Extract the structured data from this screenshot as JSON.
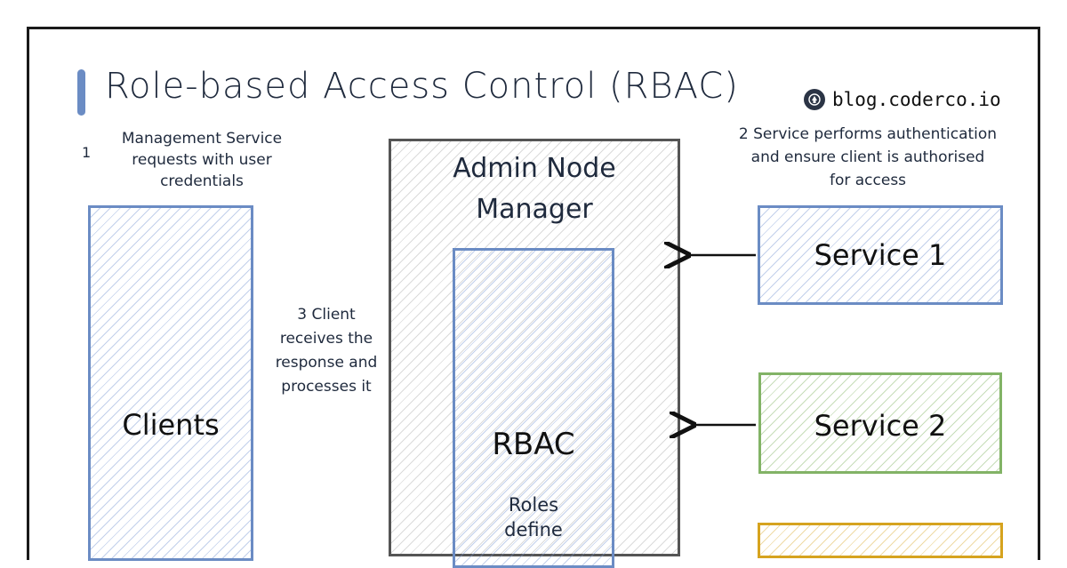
{
  "title": "Role-based Access Control (RBAC)",
  "brand": {
    "text": "blog.coderco.io",
    "icon": "coderco-logo-icon"
  },
  "notes": {
    "step1": {
      "number": "1",
      "lines": [
        "Management Service",
        "requests with user",
        "credentials"
      ]
    },
    "step2": {
      "lines": [
        "2  Service performs authentication",
        "and ensure client is authorised",
        "for access"
      ]
    },
    "step3": {
      "lines": [
        "3  Client",
        "receives the",
        "response and",
        "processes it"
      ]
    }
  },
  "boxes": {
    "clients": "Clients",
    "admin_line1": "Admin Node",
    "admin_line2": "Manager",
    "rbac": "RBAC",
    "rbac_sub_line1": "Roles",
    "rbac_sub_line2": "define",
    "service1": "Service 1",
    "service2": "Service 2"
  },
  "colors": {
    "blue": "#6b8cc4",
    "green": "#82b366",
    "yellow": "#d6a31e",
    "gray": "#555555"
  }
}
